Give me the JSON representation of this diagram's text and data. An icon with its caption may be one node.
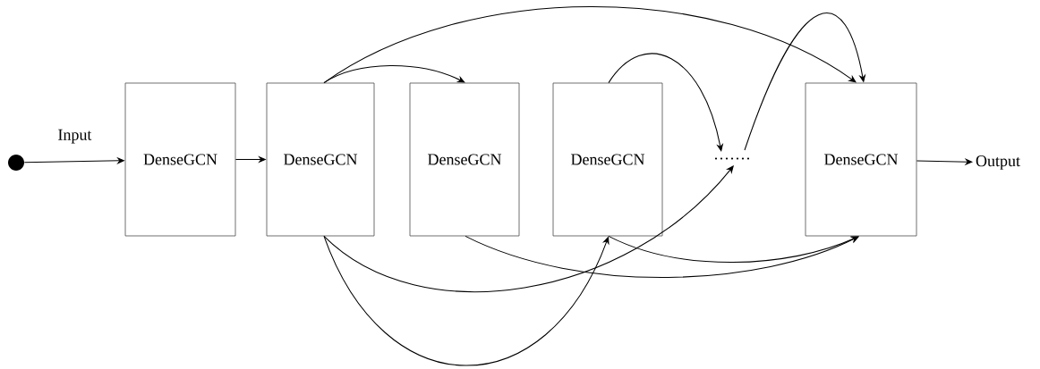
{
  "diagram": {
    "nodes": [
      {
        "text": [],
        "shape": "circle"
      },
      {
        "text": [
          "DenseGCN"
        ]
      },
      {
        "text": [
          "DenseGCN"
        ]
      },
      {
        "text": [
          "DenseGCN"
        ]
      },
      {
        "text": [
          "DenseGCN"
        ]
      },
      {
        "text": [
          "·······"
        ]
      },
      {
        "text": [
          "DenseGCN"
        ]
      },
      {
        "text": [
          "Output"
        ]
      }
    ],
    "edges": [
      {
        "from": 0,
        "to": 1,
        "arrow": "to",
        "label": "Input"
      },
      {
        "from": 1,
        "to": 2,
        "arrow": "to"
      },
      {
        "from": 2,
        "to": 6,
        "arrow": "to"
      },
      {
        "from": 2,
        "to": 3,
        "arrow": "to"
      },
      {
        "from": 4,
        "to": 5,
        "arrow": "to"
      },
      {
        "from": 5,
        "to": 6,
        "arrow": "to"
      },
      {
        "from": 2,
        "to": 4,
        "arrow": "to"
      },
      {
        "from": 2,
        "to": 5,
        "arrow": "to"
      },
      {
        "from": 3,
        "to": 6,
        "arrow": "to"
      },
      {
        "from": 4,
        "to": 6,
        "arrow": "to"
      },
      {
        "from": 6,
        "to": 7,
        "arrow": "to"
      }
    ]
  }
}
